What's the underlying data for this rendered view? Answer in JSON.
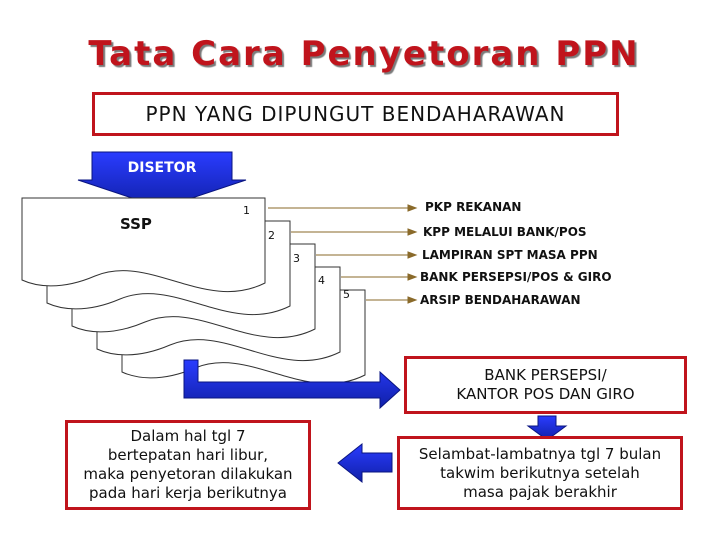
{
  "title": "Tata Cara Penyetoran PPN",
  "subtitle": "PPN YANG DIPUNGUT BENDAHARAWAN",
  "disetor_label": "DISETOR",
  "ssp_label": "SSP",
  "copies": [
    {
      "number": "1",
      "destination": "PKP REKANAN"
    },
    {
      "number": "2",
      "destination": "KPP MELALUI BANK/POS"
    },
    {
      "number": "3",
      "destination": "LAMPIRAN SPT MASA PPN"
    },
    {
      "number": "4",
      "destination": "BANK PERSEPSI/POS & GIRO"
    },
    {
      "number": "5",
      "destination": "ARSIP BENDAHARAWAN"
    }
  ],
  "bank_box": "BANK PERSEPSI/\nKANTOR POS DAN GIRO",
  "deadline_box": "Selambat-lambatnya tgl 7 bulan\ntakwim berikutnya setelah\nmasa pajak berakhir",
  "holiday_box": "Dalam hal tgl 7\nbertepatan hari libur,\nmaka penyetoran dilakukan\npada hari kerja berikutnya",
  "colors": {
    "accent_red": "#c0141c",
    "arrow_blue": "#1f2fd0",
    "leader_brown": "#8a6a2a"
  }
}
